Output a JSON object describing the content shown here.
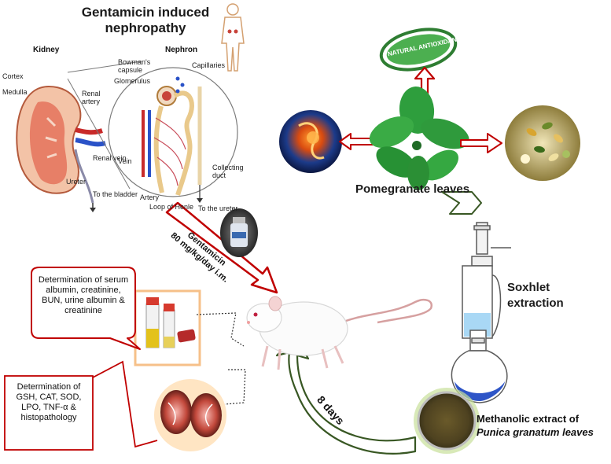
{
  "title": {
    "line1": "Gentamicin induced",
    "line2": "nephropathy"
  },
  "kidney_labels": {
    "kidney": "Kidney",
    "nephron": "Nephron",
    "cortex": "Cortex",
    "medulla": "Medulla",
    "renal_artery": "Renal artery",
    "renal_vein": "Renal vein",
    "ureter": "Ureter",
    "to_bladder": "To the bladder",
    "bowmans_capsule": "Bowman's capsule",
    "glomerulus": "Glomerulus",
    "capillaries": "Capillaries",
    "vein": "Vein",
    "artery": "Artery",
    "loop_of_henle": "Loop of Henle",
    "collecting_duct": "Collecting duct",
    "to_ureter": "To the ureter"
  },
  "antioxidant_badge": "NATURAL ANTIOXIDANTS",
  "pomegranate_label": "Pomegranate leaves",
  "soxhlet_label": {
    "line1": "Soxhlet",
    "line2": "extraction"
  },
  "extract_label": {
    "line1": "Methanolic extract of",
    "line2": "Punica granatum leaves"
  },
  "duration_label": "8 days",
  "dose_label": {
    "line1": "Gentamicin",
    "line2": "80 mg/kg/day i.m."
  },
  "callout_serum": "Determination of serum albumin, creatinine, BUN, urine albumin & creatinine",
  "callout_tissue": "Determination of GSH, CAT, SOD, LPO, TNF-α & histopathology",
  "colors": {
    "arrow_red": "#c00000",
    "arrow_green": "#385723",
    "badge_green": "#2e7d32"
  }
}
